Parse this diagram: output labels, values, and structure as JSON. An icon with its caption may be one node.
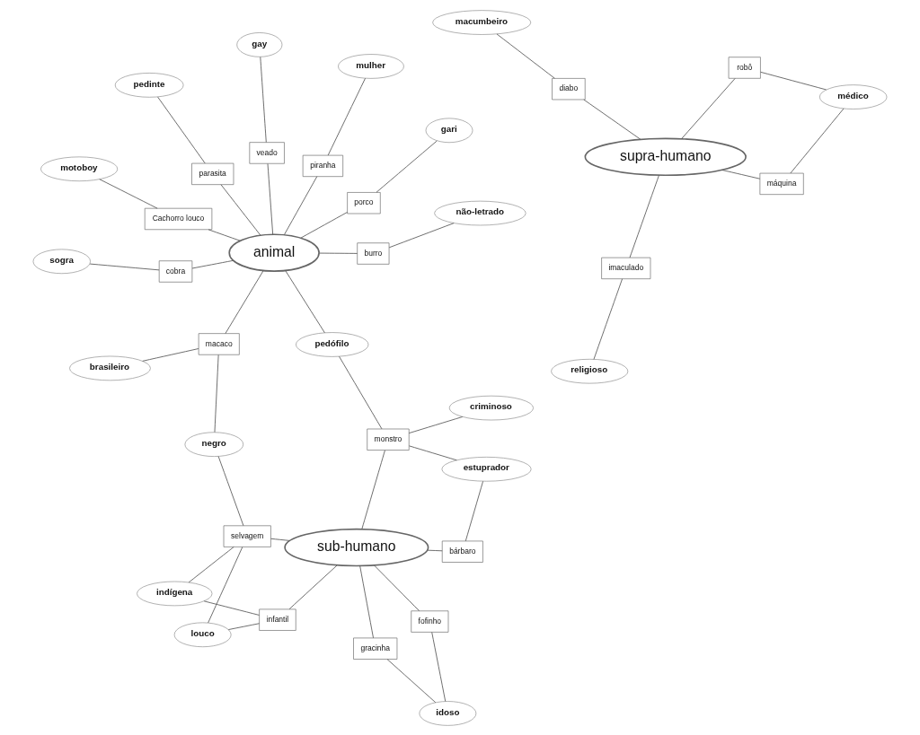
{
  "diagram": {
    "nodes": [
      {
        "text": [
          "indígena"
        ]
      },
      {
        "text": [
          "louco"
        ]
      },
      {
        "text": [
          "infantil"
        ]
      },
      {
        "text": [
          "selvagem"
        ]
      },
      {
        "text": [
          "negro"
        ]
      },
      {
        "text": [
          "brasileiro"
        ]
      },
      {
        "text": [
          "macaco"
        ]
      },
      {
        "text": [
          "sogra"
        ]
      },
      {
        "text": [
          "gracinha"
        ]
      },
      {
        "text": [
          "sub-humano"
        ]
      },
      {
        "text": [
          "idoso"
        ]
      },
      {
        "text": [
          "cobra"
        ]
      },
      {
        "text": [
          "gari"
        ]
      },
      {
        "text": [
          "fofinho"
        ]
      },
      {
        "text": [
          "porco"
        ]
      },
      {
        "text": [
          "bárbaro"
        ]
      },
      {
        "text": [
          "monstro"
        ]
      },
      {
        "text": [
          "pedófilo"
        ]
      },
      {
        "text": [
          "animal"
        ]
      },
      {
        "text": [
          "motoboy"
        ]
      },
      {
        "text": [
          "criminoso"
        ]
      },
      {
        "text": [
          "Cachorro louco"
        ]
      },
      {
        "text": [
          "estuprador"
        ]
      },
      {
        "text": [
          "parasita"
        ]
      },
      {
        "text": [
          "veado"
        ]
      },
      {
        "text": [
          "macumbeiro"
        ]
      },
      {
        "text": [
          "burro"
        ]
      },
      {
        "text": [
          "gay"
        ]
      },
      {
        "text": [
          "pedinte"
        ]
      },
      {
        "text": [
          "diabo"
        ]
      },
      {
        "text": [
          "piranha"
        ]
      },
      {
        "text": [
          "não-letrado"
        ]
      },
      {
        "text": [
          "supra-humano"
        ]
      },
      {
        "text": [
          "mulher"
        ]
      },
      {
        "text": [
          "robô"
        ]
      },
      {
        "text": [
          "imaculado"
        ]
      },
      {
        "text": [
          "máquina"
        ]
      },
      {
        "text": [
          "religioso"
        ]
      },
      {
        "text": [
          "médico"
        ]
      }
    ],
    "edges": [
      {
        "from": 9,
        "to": 2,
        "arrow": "none"
      },
      {
        "from": 9,
        "to": 3,
        "arrow": "none"
      },
      {
        "from": 9,
        "to": 8,
        "arrow": "none"
      },
      {
        "from": 9,
        "to": 13,
        "arrow": "none"
      },
      {
        "from": 9,
        "to": 15,
        "arrow": "none"
      },
      {
        "from": 9,
        "to": 16,
        "arrow": "none"
      },
      {
        "from": 2,
        "to": 0,
        "arrow": "none"
      },
      {
        "from": 3,
        "to": 0,
        "arrow": "none"
      },
      {
        "from": 2,
        "to": 1,
        "arrow": "none"
      },
      {
        "from": 3,
        "to": 1,
        "arrow": "none"
      },
      {
        "from": 3,
        "to": 4,
        "arrow": "none"
      },
      {
        "from": 8,
        "to": 10,
        "arrow": "none"
      },
      {
        "from": 13,
        "to": 10,
        "arrow": "none"
      },
      {
        "from": 15,
        "to": 22,
        "arrow": "none"
      },
      {
        "from": 16,
        "to": 22,
        "arrow": "none"
      },
      {
        "from": 16,
        "to": 20,
        "arrow": "none"
      },
      {
        "from": 16,
        "to": 17,
        "arrow": "none"
      },
      {
        "from": 17,
        "to": 18,
        "arrow": "none"
      },
      {
        "from": 18,
        "to": 6,
        "arrow": "none"
      },
      {
        "from": 18,
        "to": 11,
        "arrow": "none"
      },
      {
        "from": 18,
        "to": 14,
        "arrow": "none"
      },
      {
        "from": 18,
        "to": 21,
        "arrow": "none"
      },
      {
        "from": 18,
        "to": 23,
        "arrow": "none"
      },
      {
        "from": 18,
        "to": 26,
        "arrow": "none"
      },
      {
        "from": 18,
        "to": 30,
        "arrow": "none"
      },
      {
        "from": 18,
        "to": 24,
        "arrow": "none"
      },
      {
        "from": 6,
        "to": 4,
        "arrow": "none"
      },
      {
        "from": 6,
        "to": 5,
        "arrow": "none"
      },
      {
        "from": 11,
        "to": 7,
        "arrow": "none"
      },
      {
        "from": 14,
        "to": 12,
        "arrow": "none"
      },
      {
        "from": 21,
        "to": 19,
        "arrow": "none"
      },
      {
        "from": 23,
        "to": 28,
        "arrow": "none"
      },
      {
        "from": 26,
        "to": 31,
        "arrow": "none"
      },
      {
        "from": 30,
        "to": 33,
        "arrow": "none"
      },
      {
        "from": 24,
        "to": 27,
        "arrow": "none"
      },
      {
        "from": 32,
        "to": 29,
        "arrow": "none"
      },
      {
        "from": 32,
        "to": 34,
        "arrow": "none"
      },
      {
        "from": 32,
        "to": 36,
        "arrow": "none"
      },
      {
        "from": 32,
        "to": 35,
        "arrow": "none"
      },
      {
        "from": 29,
        "to": 25,
        "arrow": "none"
      },
      {
        "from": 34,
        "to": 38,
        "arrow": "none"
      },
      {
        "from": 36,
        "to": 38,
        "arrow": "none"
      },
      {
        "from": 35,
        "to": 37,
        "arrow": "none"
      }
    ]
  }
}
